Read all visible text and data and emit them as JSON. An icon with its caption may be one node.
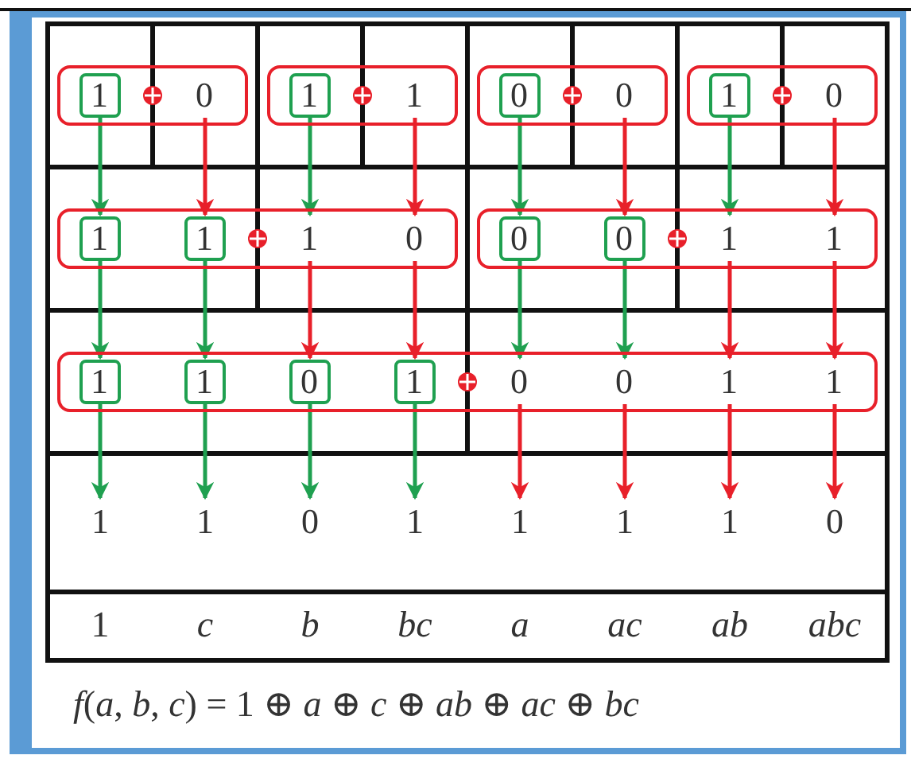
{
  "diagram": {
    "caption": "*f*(*a*, *b*, *c*) = 1 ⊕ *a* ⊕ *c* ⊕ *ab* ⊕ *ac* ⊕ *bc*",
    "nodes": [
      {
        "text": [],
        "shape": "box"
      },
      {
        "text": [
          "1"
        ],
        "in": 0
      },
      {
        "text": [
          "0"
        ],
        "in": 0
      },
      {
        "text": [],
        "shape": "box"
      },
      {
        "text": [
          "1"
        ],
        "in": 3
      },
      {
        "text": [
          "1"
        ],
        "in": 3
      },
      {
        "text": [],
        "shape": "box"
      },
      {
        "text": [
          "0"
        ],
        "in": 6
      },
      {
        "text": [
          "0"
        ],
        "in": 6
      },
      {
        "text": [],
        "shape": "box"
      },
      {
        "text": [
          "1"
        ],
        "in": 9
      },
      {
        "text": [
          "0"
        ],
        "in": 9
      },
      {
        "text": [],
        "shape": "box"
      },
      {
        "text": [
          "1"
        ],
        "in": 12
      },
      {
        "text": [
          "1"
        ],
        "in": 12
      },
      {
        "text": [
          "1"
        ],
        "in": 12
      },
      {
        "text": [
          "0"
        ],
        "in": 12
      },
      {
        "text": [],
        "shape": "box"
      },
      {
        "text": [
          "0"
        ],
        "in": 17
      },
      {
        "text": [
          "0"
        ],
        "in": 17
      },
      {
        "text": [
          "1"
        ],
        "in": 17
      },
      {
        "text": [
          "1"
        ],
        "in": 17
      },
      {
        "text": [],
        "shape": "box"
      },
      {
        "text": [
          "1"
        ],
        "in": 22
      },
      {
        "text": [
          "1"
        ],
        "in": 22
      },
      {
        "text": [
          "0"
        ],
        "in": 22
      },
      {
        "text": [
          "1"
        ],
        "in": 22
      },
      {
        "text": [
          "0"
        ],
        "in": 22
      },
      {
        "text": [
          "0"
        ],
        "in": 22
      },
      {
        "text": [
          "1"
        ],
        "in": 22
      },
      {
        "text": [
          "1"
        ],
        "in": 22
      },
      {
        "text": [
          "1"
        ]
      },
      {
        "text": [
          "1"
        ]
      },
      {
        "text": [
          "0"
        ]
      },
      {
        "text": [
          "1"
        ]
      },
      {
        "text": [
          "1"
        ]
      },
      {
        "text": [
          "1"
        ]
      },
      {
        "text": [
          "1"
        ]
      },
      {
        "text": [
          "0"
        ]
      }
    ],
    "edges": [
      {
        "from": 1,
        "to": 13,
        "arrow": "to"
      },
      {
        "from": 2,
        "to": 14,
        "arrow": "to",
        "color": "#e8202a"
      },
      {
        "from": 4,
        "to": 15,
        "arrow": "to"
      },
      {
        "from": 5,
        "to": 16,
        "arrow": "to",
        "color": "#e8202a"
      },
      {
        "from": 7,
        "to": 18,
        "arrow": "to"
      },
      {
        "from": 8,
        "to": 19,
        "arrow": "to",
        "color": "#e8202a"
      },
      {
        "from": 10,
        "to": 20,
        "arrow": "to"
      },
      {
        "from": 11,
        "to": 21,
        "arrow": "to",
        "color": "#e8202a"
      },
      {
        "from": 13,
        "to": 23,
        "arrow": "to"
      },
      {
        "from": 14,
        "to": 24,
        "arrow": "to"
      },
      {
        "from": 15,
        "to": 25,
        "arrow": "to",
        "color": "#e8202a"
      },
      {
        "from": 16,
        "to": 26,
        "arrow": "to",
        "color": "#e8202a"
      },
      {
        "from": 18,
        "to": 27,
        "arrow": "to"
      },
      {
        "from": 19,
        "to": 28,
        "arrow": "to"
      },
      {
        "from": 20,
        "to": 29,
        "arrow": "to",
        "color": "#e8202a"
      },
      {
        "from": 21,
        "to": 30,
        "arrow": "to",
        "color": "#e8202a"
      },
      {
        "from": 23,
        "to": 31,
        "arrow": "to"
      },
      {
        "from": 24,
        "to": 32,
        "arrow": "to"
      },
      {
        "from": 25,
        "to": 33,
        "arrow": "to"
      },
      {
        "from": 26,
        "to": 34,
        "arrow": "to"
      },
      {
        "from": 27,
        "to": 35,
        "arrow": "to",
        "color": "#e8202a"
      },
      {
        "from": 28,
        "to": 36,
        "arrow": "to",
        "color": "#e8202a"
      },
      {
        "from": 29,
        "to": 37,
        "arrow": "to",
        "color": "#e8202a"
      },
      {
        "from": 30,
        "to": 38,
        "arrow": "to",
        "color": "#e8202a"
      }
    ],
    "labels": [
      "1",
      "c",
      "b",
      "bc",
      "a",
      "ac",
      "ab",
      "abc"
    ]
  }
}
